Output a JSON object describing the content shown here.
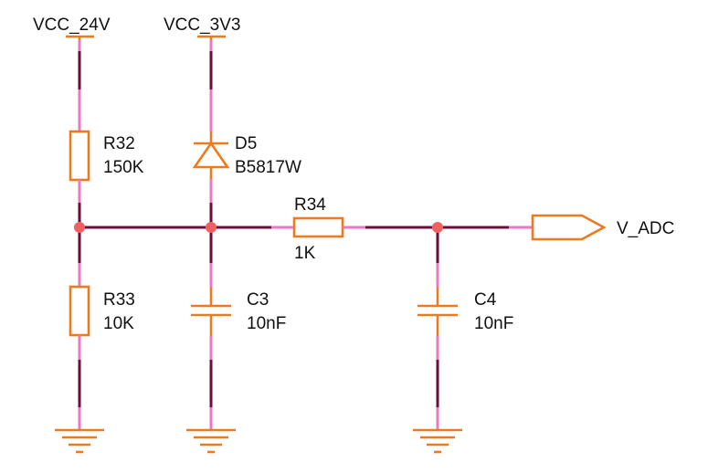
{
  "colors": {
    "wire": "#6b0f3a",
    "pin": "#e879c4",
    "part": "#ee7a1e",
    "junction": "#f06060",
    "text": "#111111"
  },
  "power": {
    "vcc_24v": "VCC_24V",
    "vcc_3v3": "VCC_3V3"
  },
  "components": {
    "r32": {
      "designator": "R32",
      "value": "150K"
    },
    "r33": {
      "designator": "R33",
      "value": "10K"
    },
    "r34": {
      "designator": "R34",
      "value": "1K"
    },
    "d5": {
      "designator": "D5",
      "value": "B5817W"
    },
    "c3": {
      "designator": "C3",
      "value": "10nF"
    },
    "c4": {
      "designator": "C4",
      "value": "10nF"
    }
  },
  "ports": {
    "v_adc": "V_ADC"
  }
}
